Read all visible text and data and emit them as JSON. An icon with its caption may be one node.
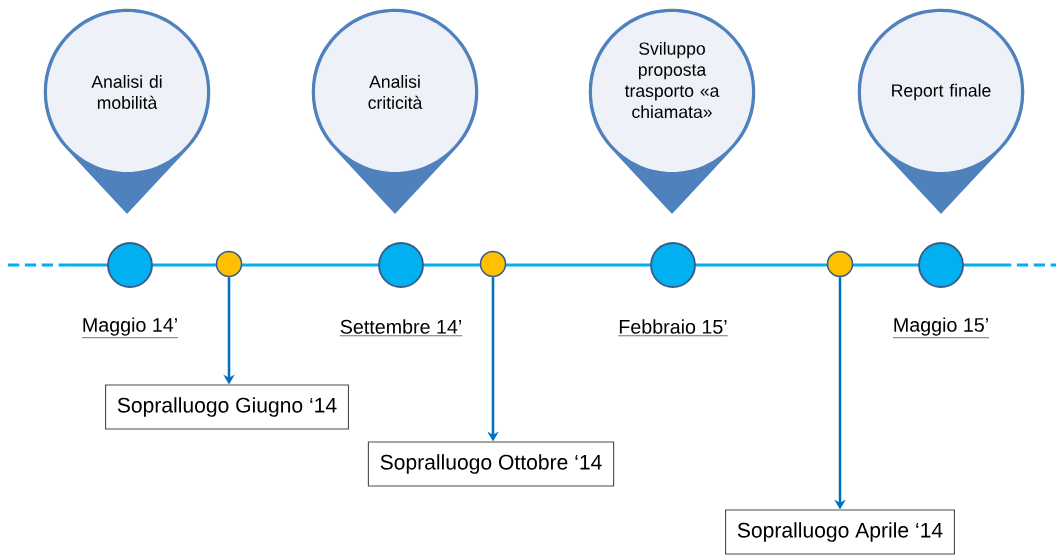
{
  "diagram": {
    "nodes": [
      {
        "text": [
          "Analisi di mobilità"
        ]
      },
      {
        "text": [
          "Analisi criticità"
        ]
      },
      {
        "text": [
          "Sviluppo proposta trasporto «a chiamata»"
        ]
      },
      {
        "text": [
          "Report finale"
        ]
      },
      {
        "text": [],
        "shape": "circle"
      },
      {
        "text": [],
        "shape": "circle"
      },
      {
        "text": [],
        "shape": "circle"
      },
      {
        "text": [],
        "shape": "circle"
      },
      {
        "text": [],
        "shape": "circle"
      },
      {
        "text": [],
        "shape": "circle"
      },
      {
        "text": [],
        "shape": "circle"
      },
      {
        "text": [
          "Sopralluogo Giugno ‘14"
        ]
      },
      {
        "text": [
          "Sopralluogo Ottobre ‘14"
        ]
      },
      {
        "text": [
          "Sopralluogo Aprile ‘14"
        ]
      }
    ],
    "edges": [
      {
        "from": 8,
        "to": 11,
        "arrow": "to"
      },
      {
        "from": 9,
        "to": 12,
        "arrow": "to"
      },
      {
        "from": 10,
        "to": 13,
        "arrow": "to"
      }
    ],
    "labels": [
      "Maggio 14’",
      "Settembre 14’",
      "Febbraio 15’",
      "Maggio 15’"
    ]
  }
}
